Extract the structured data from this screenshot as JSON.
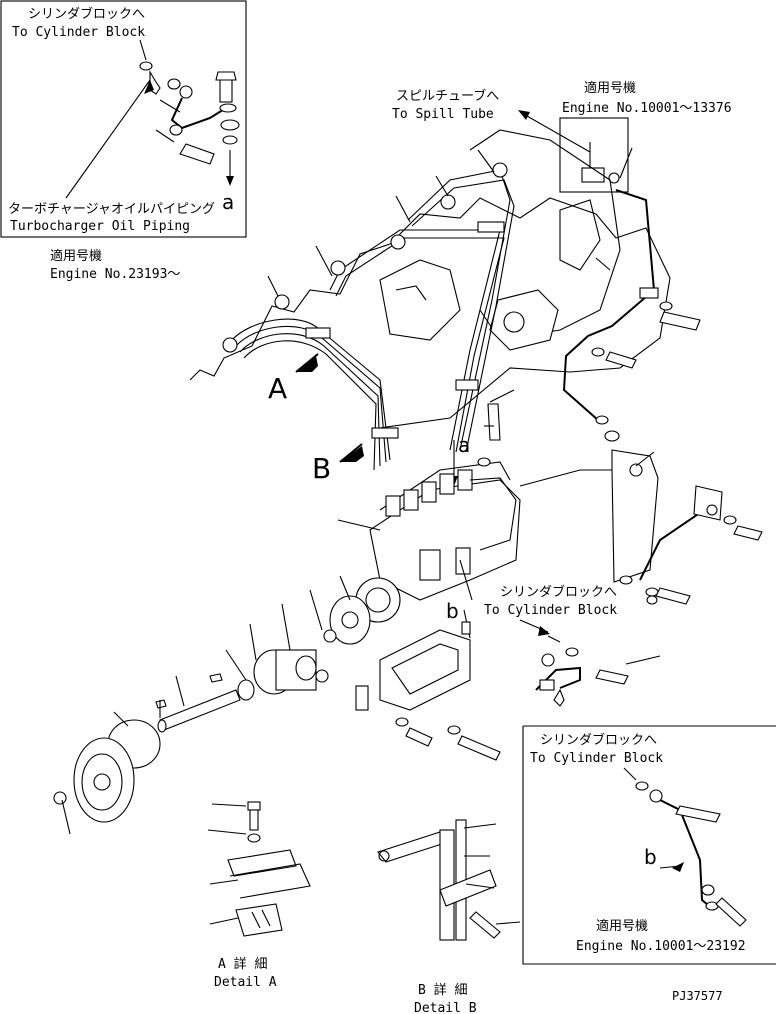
{
  "inset_turbo": {
    "to_block_jp": "シリンダブロックへ",
    "to_block_en": "To Cylinder Block",
    "pipe_jp": "ターボチャージャオイルパイピング",
    "pipe_en": "Turbocharger Oil Piping",
    "ref": "a"
  },
  "engine_range_1": {
    "jp": "適用号機",
    "en": "Engine No.23193～"
  },
  "spill": {
    "jp": "スピルチューブへ",
    "en": "To Spill Tube"
  },
  "engine_range_2": {
    "jp": "適用号機",
    "en": "Engine No.10001～13376"
  },
  "main": {
    "label_a": "A",
    "label_b": "B",
    "ref_a": "a",
    "ref_b": "b",
    "to_block_jp": "シリンダブロックへ",
    "to_block_en": "To Cylinder Block"
  },
  "inset_b": {
    "to_block_jp": "シリンダブロックへ",
    "to_block_en": "To Cylinder Block",
    "ref": "b",
    "engine_jp": "適用号機",
    "engine_en": "Engine No.10001～23192"
  },
  "detail_a": {
    "jp": "A 詳 細",
    "en": "Detail A"
  },
  "detail_b": {
    "jp": "B 詳 細",
    "en": "Detail B"
  },
  "drawing_no": "PJ37577"
}
